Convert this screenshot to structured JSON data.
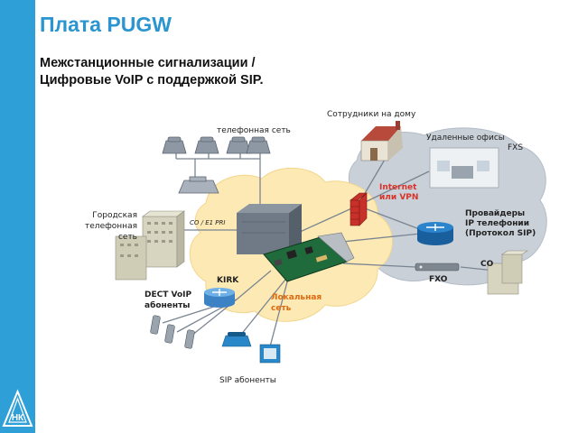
{
  "slide": {
    "title": "Плата PUGW",
    "subtitle_line1": "Межстанционные сигнализации /",
    "subtitle_line2": "Цифровые VoIP с поддержкой  SIP."
  },
  "diagram": {
    "labels": {
      "telephone_network": "телефонная сеть",
      "remote_workers": "Сотрудники на дому",
      "remote_offices": "Удаленные офисы",
      "fxs": "FXS",
      "internet_l1": "Internet",
      "internet_l2": "или VPN",
      "city_net_l1": "Городская",
      "city_net_l2": "телефонная",
      "city_net_l3": "сеть",
      "co_e1": "CO / E1 PRI",
      "providers_l1": "Провайдеры",
      "providers_l2": "IP телефонии",
      "providers_l3": "(Протокол SIP)",
      "co": "CO",
      "fxo": "FXO",
      "kirk": "KIRK",
      "dect_l1": "DECT VoIP",
      "dect_l2": "абоненты",
      "lan_l1": "Локальная",
      "lan_l2": "сеть",
      "sip_subscribers": "SIP абоненты"
    }
  },
  "colors": {
    "accent": "#2a95d0",
    "sidebar": "#2f9fd8",
    "cloud_yellow": "#fde9b4",
    "cloud_gray": "#c9d0d8",
    "router_blue": "#1e6fb8"
  }
}
